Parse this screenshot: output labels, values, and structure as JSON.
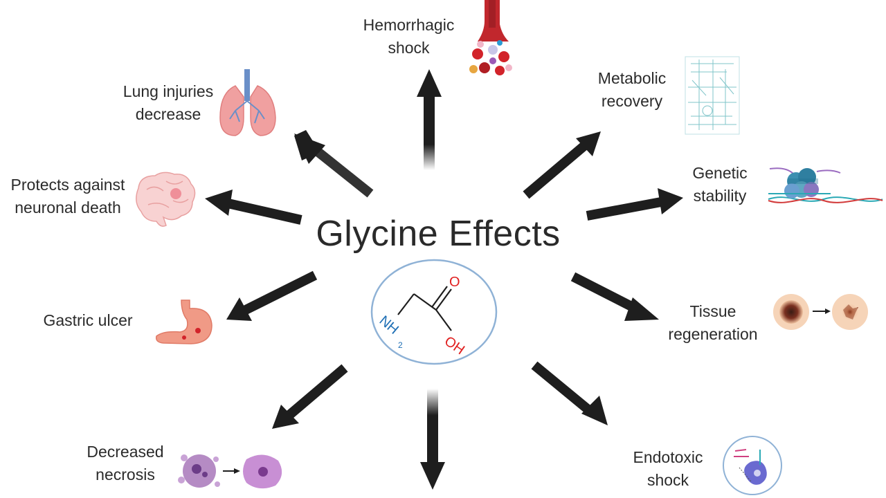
{
  "title": "Glycine Effects",
  "molecule": {
    "o_top": "O",
    "oh": "OH",
    "nh": "NH",
    "sub2": "2"
  },
  "effects": [
    {
      "id": "hemorrhagic-shock",
      "line1": "Hemorrhagic",
      "line2": "shock",
      "icon": "blood-cells-icon"
    },
    {
      "id": "metabolic-recovery",
      "line1": "Metabolic",
      "line2": "recovery",
      "icon": "metabolic-map-icon"
    },
    {
      "id": "genetic-stability",
      "line1": "Genetic",
      "line2": "stability",
      "icon": "ribosome-dna-icon"
    },
    {
      "id": "tissue-regeneration",
      "line1": "Tissue",
      "line2": "regeneration",
      "icon": "wound-healing-icon"
    },
    {
      "id": "endotoxic-shock",
      "line1": "Endotoxic",
      "line2": "shock",
      "icon": "macrophage-icon"
    },
    {
      "id": "decreased-necrosis",
      "line1": "Decreased",
      "line2": "necrosis",
      "icon": "necrotic-cell-icon"
    },
    {
      "id": "gastric-ulcer",
      "line1": "Gastric ulcer",
      "line2": "",
      "icon": "stomach-icon"
    },
    {
      "id": "neuronal-death",
      "line1": "Protects against",
      "line2": "neuronal death",
      "icon": "brain-icon"
    },
    {
      "id": "lung-injuries",
      "line1": "Lung injuries",
      "line2": "decrease",
      "icon": "lungs-icon"
    }
  ],
  "colors": {
    "arrow": "#1e1e1e",
    "circle": "#8fb2d6",
    "oxygen": "#e02020",
    "nitrogen": "#1f6fb5",
    "bond": "#1e1e1e"
  }
}
